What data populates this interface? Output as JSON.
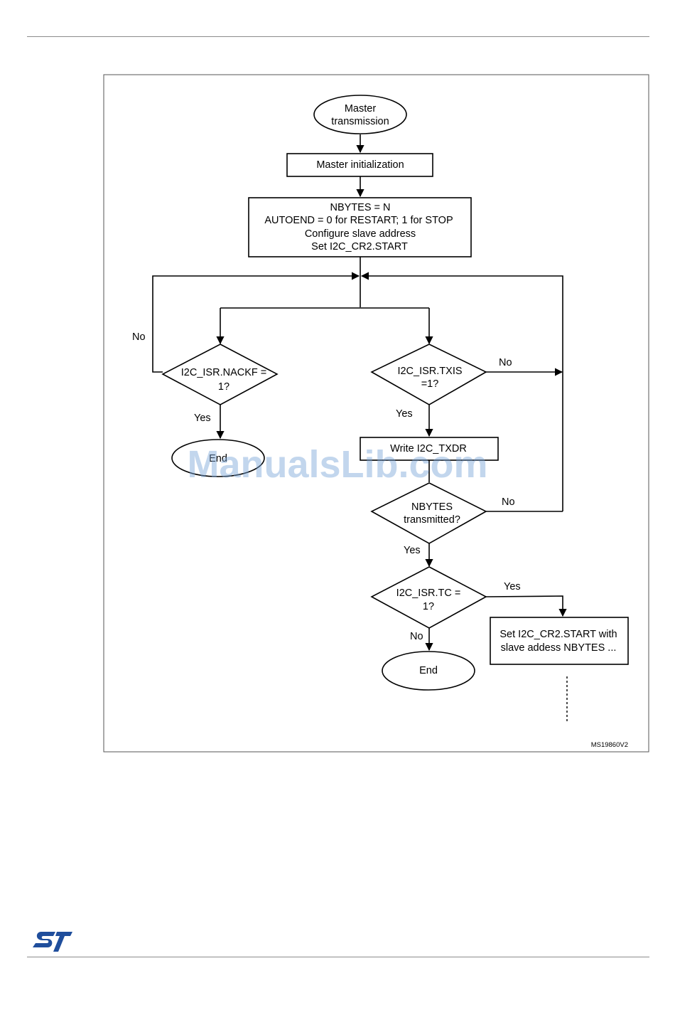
{
  "diagram": {
    "nodes": {
      "start": [
        "Master",
        "transmission"
      ],
      "init": "Master initialization",
      "config": [
        "NBYTES = N",
        "AUTOEND = 0 for RESTART; 1 for STOP",
        "Configure slave address",
        "Set I2C_CR2.START"
      ],
      "nackf": [
        "I2C_ISR.NACKF =",
        "1?"
      ],
      "txis": [
        "I2C_ISR.TXIS",
        "=1?"
      ],
      "end_left": "End",
      "write_txdr": "Write I2C_TXDR",
      "nbytes": [
        "NBYTES",
        "transmitted?"
      ],
      "tc": [
        "I2C_ISR.TC =",
        "1?"
      ],
      "end_bottom": "End",
      "restart": [
        "Set I2C_CR2.START with",
        "slave addess NBYTES ..."
      ]
    },
    "edge_labels": {
      "nackf_no": "No",
      "nackf_yes": "Yes",
      "txis_no": "No",
      "txis_yes": "Yes",
      "nbytes_no": "No",
      "nbytes_yes": "Yes",
      "tc_yes": "Yes",
      "tc_no": "No"
    },
    "figure_code": "MS19860V2"
  },
  "watermark": "ManualsLib.com",
  "logo": {
    "icon": "st-logo-icon",
    "color": "#1f4e9c"
  }
}
